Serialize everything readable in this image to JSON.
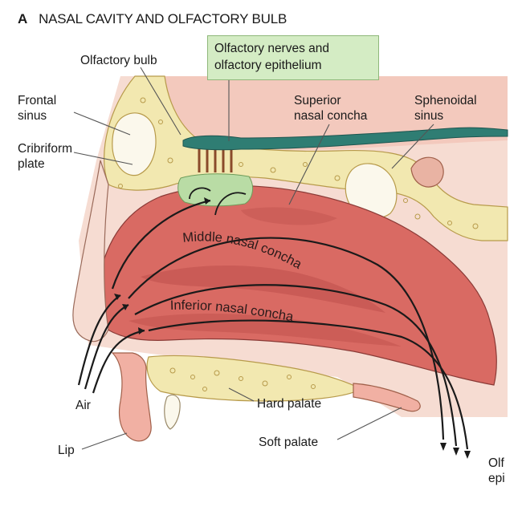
{
  "figure": {
    "panel_letter": "A",
    "panel_title": "NASAL CAVITY AND OLFACTORY BULB"
  },
  "labels": {
    "olfactory_bulb": "Olfactory bulb",
    "olfactory_nerves_line1": "Olfactory nerves and",
    "olfactory_nerves_line2": "olfactory epithelium",
    "frontal_sinus_line1": "Frontal",
    "frontal_sinus_line2": "sinus",
    "cribriform_line1": "Cribriform",
    "cribriform_line2": "plate",
    "superior_concha_line1": "Superior",
    "superior_concha_line2": "nasal concha",
    "sphenoidal_line1": "Sphenoidal",
    "sphenoidal_line2": "sinus",
    "middle_concha": "Middle nasal concha",
    "inferior_concha": "Inferior nasal concha",
    "air": "Air",
    "hard_palate": "Hard palate",
    "soft_palate": "Soft palate",
    "lip": "Lip",
    "cut_off_line1": "Olf",
    "cut_off_line2": "epi"
  },
  "colors": {
    "mucosa": "#d96a63",
    "mucosa_dark": "#b84a47",
    "bone": "#f2e8b0",
    "skin": "#f6dcd2",
    "epithelium": "#b9dca5",
    "nerve_bulb": "#2f7d73",
    "nerve_fibers": "#8a4a2a",
    "callout_bg": "#d4ecc4"
  }
}
